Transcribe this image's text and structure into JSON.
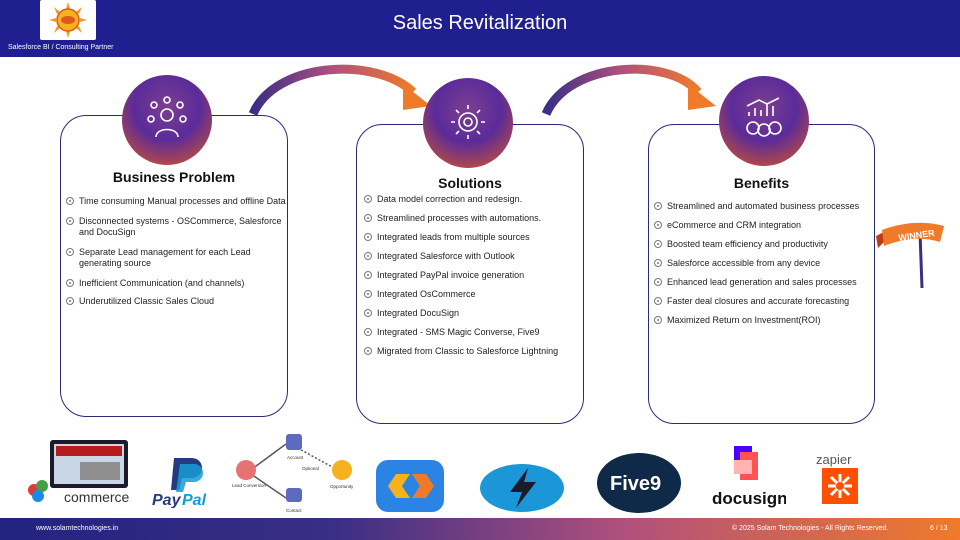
{
  "header": {
    "title": "Sales Revitalization",
    "subtitle": "Salesforce BI / Consulting Partner"
  },
  "cards": {
    "problem": {
      "title": "Business Problem",
      "items": [
        "Time consuming Manual processes and offline Data",
        "Disconnected systems - OSCommerce, Salesforce and DocuSign",
        "Separate Lead management for each Lead generating source",
        "Inefficient Communication (and channels)",
        "Underutilized Classic Sales Cloud"
      ]
    },
    "solutions": {
      "title": "Solutions",
      "items": [
        "Data model correction and redesign.",
        "Streamlined processes with automations.",
        "Integrated leads from multiple sources",
        "Integrated Salesforce with Outlook",
        "Integrated PayPal invoice generation",
        "Integrated OsCommerce",
        "Integrated DocuSign",
        "Integrated - SMS Magic Converse, Five9",
        "Migrated from Classic to Salesforce Lightning"
      ]
    },
    "benefits": {
      "title": "Benefits",
      "items": [
        "Streamlined and automated business processes",
        "eCommerce and CRM integration",
        "Boosted team efficiency and productivity",
        "Salesforce accessible from any device",
        "Enhanced lead generation and sales processes",
        "Faster deal closures and accurate forecasting",
        "Maximized Return on Investment(ROI)"
      ]
    }
  },
  "winner": {
    "label": "WINNER"
  },
  "logos": {
    "commerce": "commerce",
    "paypal_pay": "Pay",
    "paypal_pal": "Pal",
    "flow_account": "Account",
    "flow_lead": "Lead Conversion",
    "flow_optional": "Optional",
    "flow_opportunity": "Opportunity",
    "flow_contact": "Contact",
    "five9": "Five9",
    "docusign": "docusign",
    "zapier": "zapier"
  },
  "footer": {
    "url": "www.solamtechnologies.in",
    "copyright": "© 2025 Solam Technologies - All Rights Reserved.",
    "page": "6 / 13"
  },
  "colors": {
    "header": "#1f1f8f",
    "card_border": "#2a2a7a",
    "accent_orange": "#e0581c",
    "accent_purple": "#5b2b9a"
  }
}
